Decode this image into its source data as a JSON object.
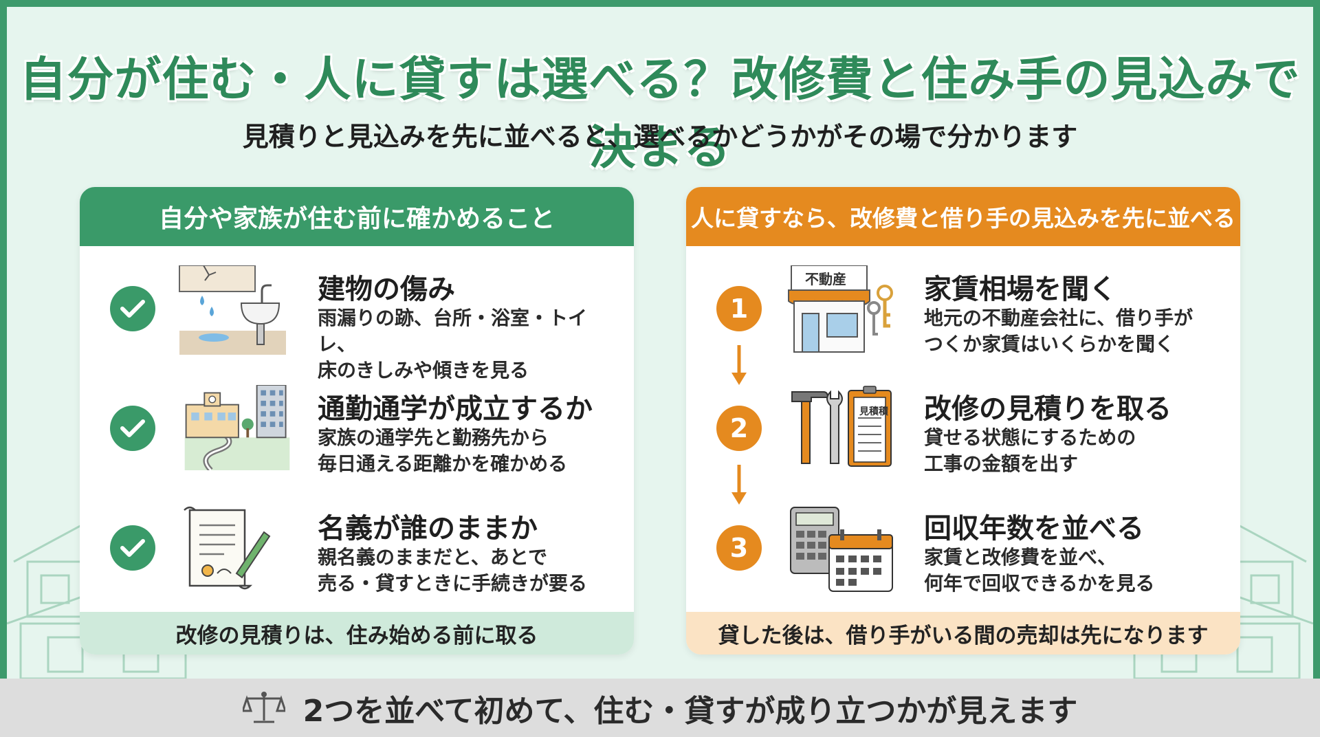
{
  "title": "自分が住む・人に貸すは選べる？改修費と住み手の見込みで決まる",
  "subtitle": "見積りと見込みを先に並べると、選べるかどうかがその場で分かります",
  "left_panel": {
    "header": "自分や家族が住む前に確かめること",
    "items": [
      {
        "title": "建物の傷み",
        "desc1": "雨漏りの跡、台所・浴室・トイレ、",
        "desc2": "床のきしみや傾きを見る",
        "icon": "leak-icon"
      },
      {
        "title": "通勤通学が成立するか",
        "desc1": "家族の通学先と勤務先から",
        "desc2": "毎日通える距離かを確かめる",
        "icon": "school-icon"
      },
      {
        "title": "名義が誰のままか",
        "desc1": "親名義のままだと、あとで",
        "desc2": "売る・貸すときに手続きが要る",
        "icon": "deed-icon"
      }
    ],
    "footer": "改修の見積りは、住み始める前に取る"
  },
  "right_panel": {
    "header": "人に貸すなら、改修費と借り手の見込みを先に並べる",
    "items": [
      {
        "num": "1",
        "title": "家賃相場を聞く",
        "desc1": "地元の不動産会社に、借り手が",
        "desc2": "つくか家賃はいくらかを聞く",
        "icon": "realestate-shop-icon",
        "shop_label": "不動産"
      },
      {
        "num": "2",
        "title": "改修の見積りを取る",
        "desc1": "貸せる状態にするための",
        "desc2": "工事の金額を出す",
        "icon": "tools-estimate-icon",
        "estimate_label": "見積積"
      },
      {
        "num": "3",
        "title": "回収年数を並べる",
        "desc1": "家賃と改修費を並べ、",
        "desc2": "何年で回収できるかを見る",
        "icon": "calculator-calendar-icon"
      }
    ],
    "footer": "貸した後は、借り手がいる間の売却は先になります"
  },
  "bottom": {
    "text": "2つを並べて初めて、住む・貸すが成り立つかが見えます",
    "icon": "balance-scale-icon"
  },
  "colors": {
    "green": "#3a9a69",
    "orange": "#e58a1f",
    "bg": "#e6f5ee"
  }
}
